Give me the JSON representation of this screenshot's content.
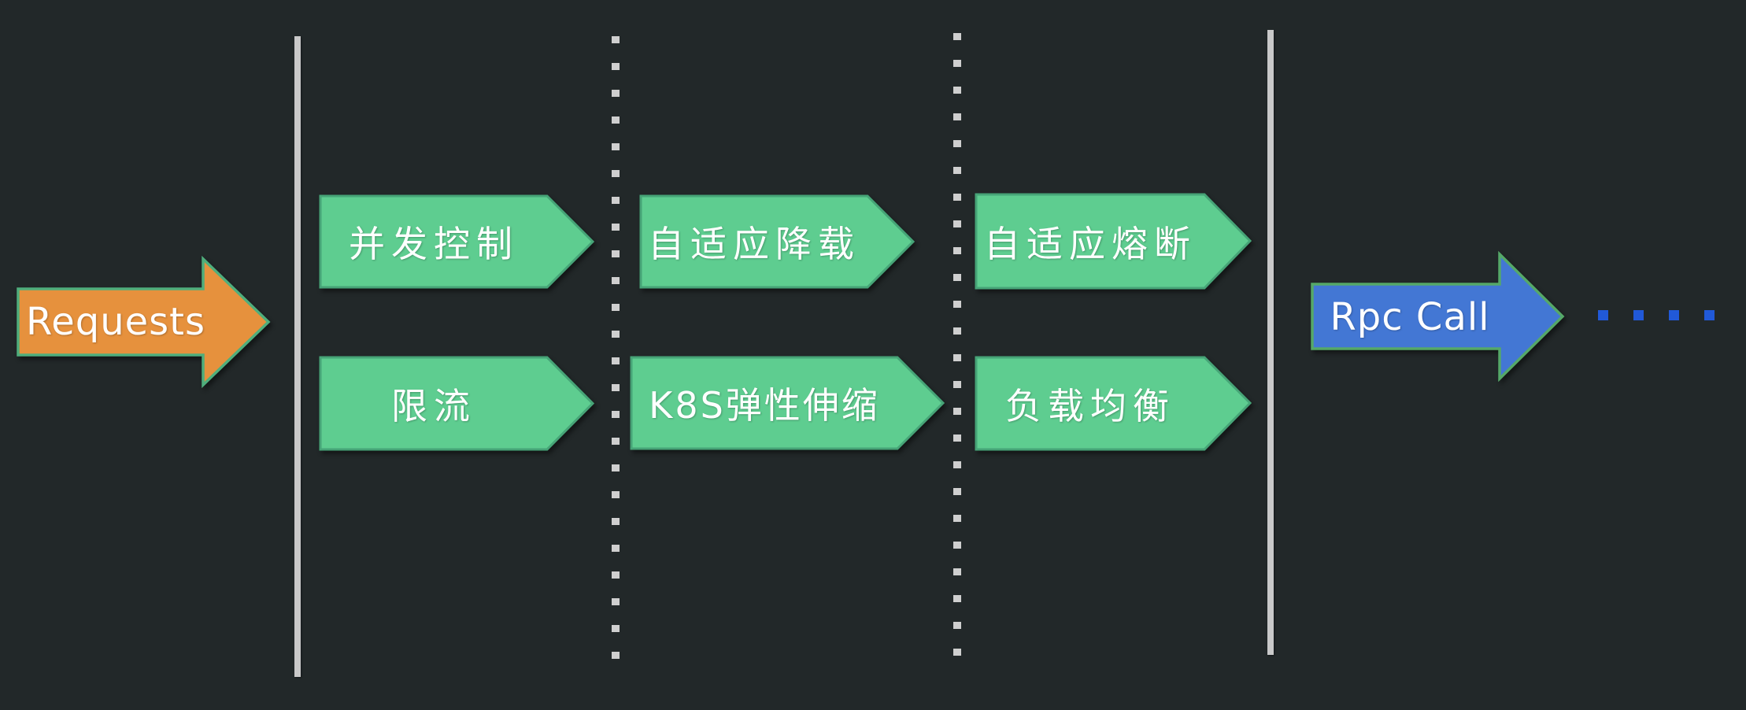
{
  "background": "#222829",
  "input_arrow": {
    "label": "Requests",
    "fill": "#e6913d",
    "border": "#4fae7c",
    "text_color": "#ffffff"
  },
  "output_arrow": {
    "label": "Rpc Call",
    "fill": "#4377d4",
    "border": "#55a868",
    "text_color": "#ffffff"
  },
  "stages": {
    "fill": "#5ecd90",
    "border": "#46a477",
    "text_color": "#ffffff",
    "items": [
      {
        "label": "并发控制"
      },
      {
        "label": "限流"
      },
      {
        "label": "自适应降载"
      },
      {
        "label": "K8S弹性伸缩"
      },
      {
        "label": "自适应熔断"
      },
      {
        "label": "负载均衡"
      }
    ]
  },
  "separators": {
    "solid_color": "#c9c9c9",
    "dotted_color": "#cfcfcf",
    "solid_count": 2,
    "dotted_count": 2
  },
  "continuation_dots": {
    "color": "#2159d8",
    "count": 4
  }
}
